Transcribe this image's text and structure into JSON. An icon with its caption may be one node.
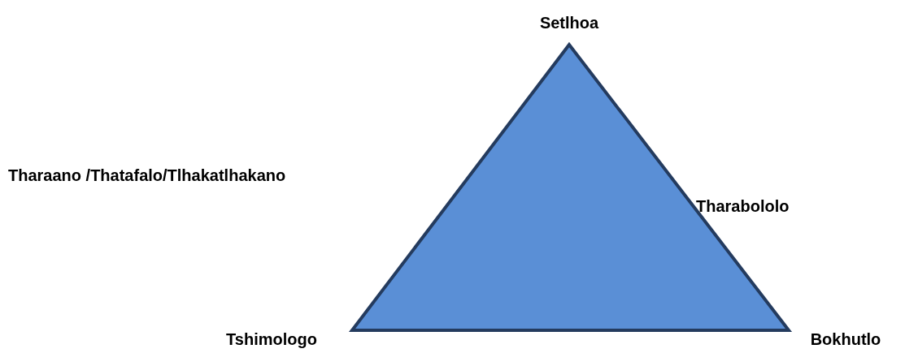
{
  "diagram": {
    "labels": [
      "Setlhoa",
      "Tharaano /Thatafalo/Tlhakatlhakano",
      "Tharabololo",
      "Tshimologo",
      "Bokhutlo"
    ]
  }
}
